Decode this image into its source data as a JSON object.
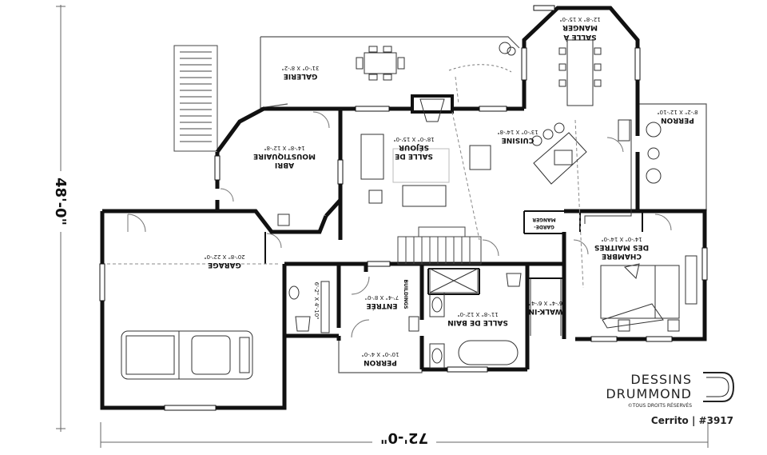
{
  "plan": {
    "width_label": "72'-0\"",
    "depth_label": "48'-0\"",
    "id_label": "Cerrito | #3917"
  },
  "rooms": {
    "salle_a_manger": {
      "name_1": "SALLE À",
      "name_2": "MANGER",
      "dims": "12'-8\" X 15'-0\""
    },
    "galerie": {
      "name": "GALERIE",
      "dims": "31'-0\" X 8'-2\""
    },
    "abri": {
      "name_1": "ABRI",
      "name_2": "MOUSTIQUAIRE",
      "dims": "14'-8\" X 12'-8\""
    },
    "sejour": {
      "name_1": "SALLE DE",
      "name_2": "SÉJOUR",
      "dims": "18'-0\" X 15'-0\""
    },
    "cuisine": {
      "name": "CUISINE",
      "dims": "13'-0\" X 14'-8\""
    },
    "perron_e": {
      "name": "PERRON",
      "dims": "8'-2\" X 12'-10\""
    },
    "garde_manger": {
      "name_1": "GARDE-",
      "name_2": "MANGER"
    },
    "garage": {
      "name": "GARAGE",
      "dims": "20'-8\" X 22'-0\""
    },
    "chambre": {
      "name_1": "CHAMBRE",
      "name_2": "DES MAITRES",
      "dims": "14'-0\" X 14'-0\""
    },
    "lav": {
      "dims": "6'-2\" X 4'-10\""
    },
    "entree": {
      "name": "ENTRÉE",
      "dims": "7'-4\" X 8'-0\""
    },
    "bain": {
      "name": "SALLE DE BAIN",
      "dims": "11'-8\" X 12'-0\""
    },
    "walkin": {
      "name": "WALK-IN",
      "dims": "6'-4\" X 6'-4\""
    },
    "perron_s": {
      "name": "PERRON",
      "dims": "10'-0\" X 4'-0\""
    },
    "buildings": {
      "label": "BUILDINGS"
    }
  },
  "brand": {
    "line1": "DESSINS",
    "line2": "DRUMMOND",
    "line3": "©TOUS DROITS RÉSERVÉS"
  }
}
